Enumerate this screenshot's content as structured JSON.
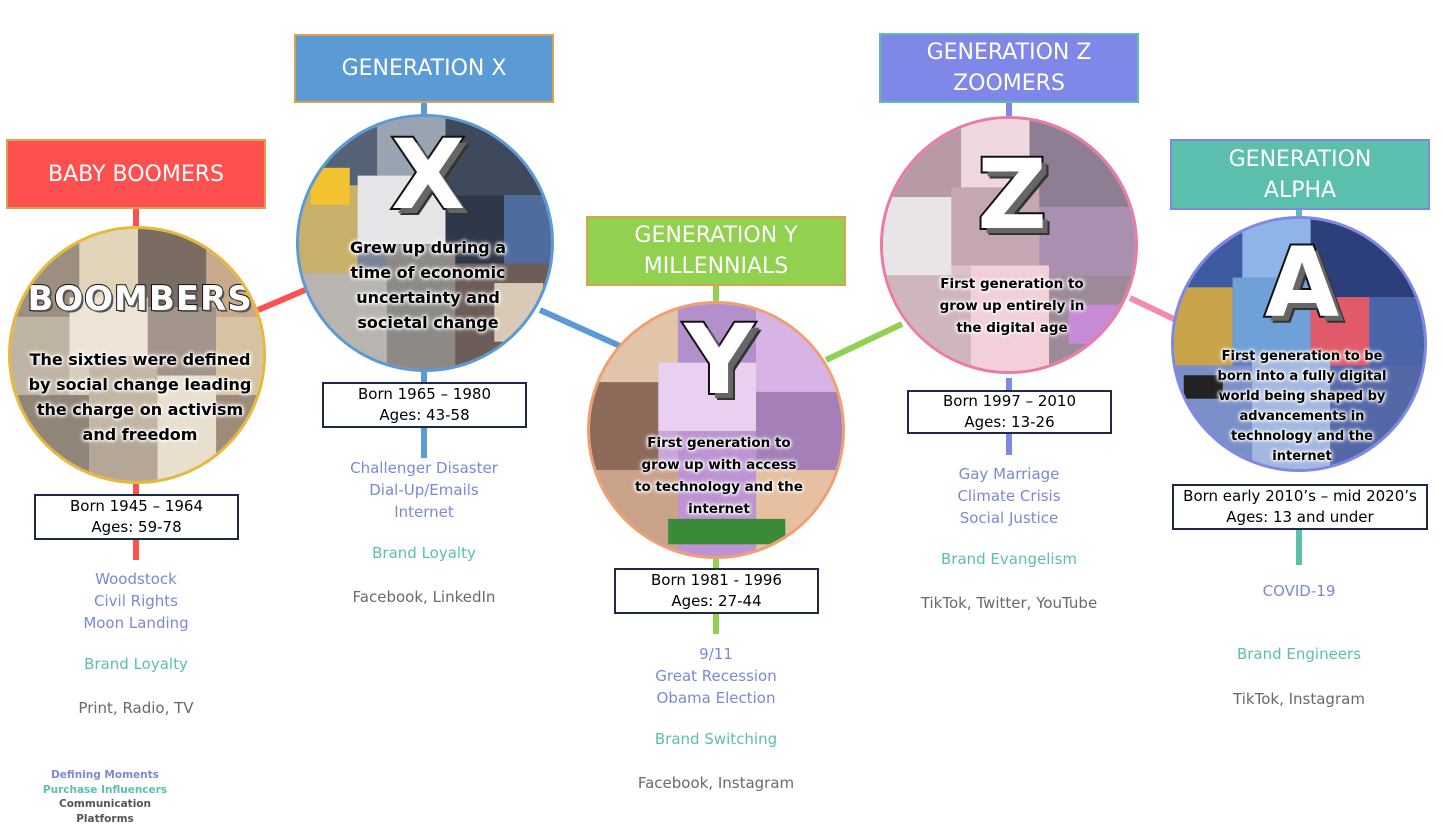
{
  "colors": {
    "boomers": "#ff5050",
    "gen_x": "#5b9bd5",
    "gen_y": "#92d050",
    "gen_z": "#7f87e8",
    "gen_alpha": "#5cbfae",
    "moments": "#7c88d6",
    "influencer": "#5cbfae",
    "platforms": "#6a6a6a"
  },
  "generations": [
    {
      "id": "boomers",
      "title_lines": [
        "BABY BOOMERS"
      ],
      "circle_word": "BOOMBERS",
      "description": "The sixties were defined by social change leading the charge on activism and freedom",
      "born": "Born 1945 – 1964",
      "ages": "Ages: 59-78",
      "moments": [
        "Woodstock",
        "Civil Rights",
        "Moon Landing"
      ],
      "influencer": "Brand Loyalty",
      "platforms": "Print, Radio, TV"
    },
    {
      "id": "gen_x",
      "title_lines": [
        "GENERATION X"
      ],
      "circle_word": "X",
      "description": "Grew up during a time of economic uncertainty and societal change",
      "born": "Born 1965 – 1980",
      "ages": "Ages: 43-58",
      "moments": [
        "Challenger Disaster",
        "Dial-Up/Emails",
        "Internet"
      ],
      "influencer": "Brand Loyalty",
      "platforms": "Facebook, LinkedIn"
    },
    {
      "id": "gen_y",
      "title_lines": [
        "GENERATION Y",
        "MILLENNIALS"
      ],
      "circle_word": "Y",
      "description": "First generation to grow up with access to technology and the internet",
      "born": "Born 1981 - 1996",
      "ages": "Ages: 27-44",
      "moments": [
        "9/11",
        "Great Recession",
        "Obama Election"
      ],
      "influencer": "Brand Switching",
      "platforms": "Facebook, Instagram"
    },
    {
      "id": "gen_z",
      "title_lines": [
        "GENERATION Z",
        "ZOOMERS"
      ],
      "circle_word": "Z",
      "description": "First generation to grow up entirely in the digital age",
      "born": "Born 1997 – 2010",
      "ages": "Ages: 13-26",
      "moments": [
        "Gay Marriage",
        "Climate Crisis",
        "Social Justice"
      ],
      "influencer": "Brand Evangelism",
      "platforms": "TikTok, Twitter, YouTube"
    },
    {
      "id": "gen_alpha",
      "title_lines": [
        "GENERATION",
        "ALPHA"
      ],
      "circle_word": "A",
      "description": "First generation to be born into a fully digital world being shaped by advancements in technology and the internet",
      "born": "Born early 2010’s – mid 2020’s",
      "ages": "Ages: 13 and under",
      "moments": [
        "COVID-19"
      ],
      "influencer": "Brand Engineers",
      "platforms": "TikTok, Instagram"
    }
  ],
  "legend": {
    "moments": "Defining Moments",
    "influencer": "Purchase Influencers",
    "platforms": "Communication Platforms"
  }
}
